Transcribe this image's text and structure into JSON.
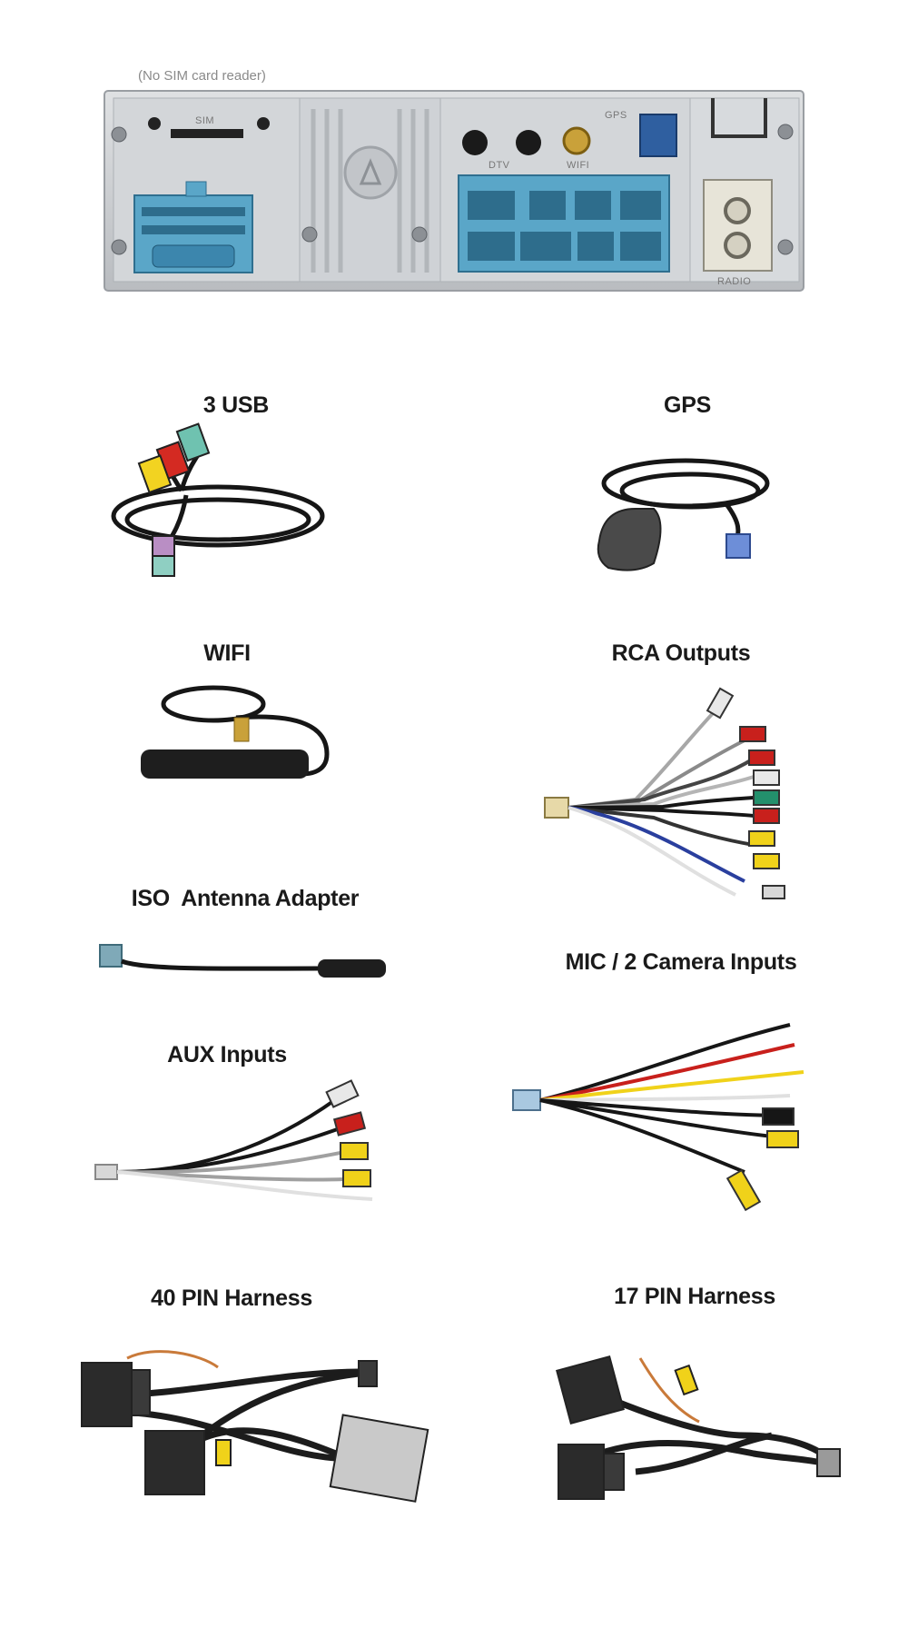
{
  "head_unit": {
    "note": "(No SIM card reader)",
    "labels": {
      "sim": "SIM",
      "dtv": "DTV",
      "wifi": "WIFI",
      "gps": "GPS",
      "radio": "RADIO"
    }
  },
  "items": [
    {
      "id": "usb",
      "caption": "3 USB"
    },
    {
      "id": "gps",
      "caption": "GPS"
    },
    {
      "id": "wifi",
      "caption": "WIFI"
    },
    {
      "id": "rca",
      "caption": "RCA Outputs"
    },
    {
      "id": "iso",
      "caption": "ISO  Antenna Adapter"
    },
    {
      "id": "mic",
      "caption": "MIC / 2 Camera Inputs"
    },
    {
      "id": "aux",
      "caption": "AUX Inputs"
    },
    {
      "id": "pin40",
      "caption": "40 PIN Harness"
    },
    {
      "id": "pin17",
      "caption": "17 PIN Harness"
    }
  ],
  "colors": {
    "panel": "#c9ccd0",
    "connector_blue": "#5aa6c8",
    "cable": "#161616",
    "rca_red": "#c8201c",
    "rca_white": "#e8e8e8",
    "rca_yellow": "#f0d21a",
    "rca_green": "#23906c"
  }
}
